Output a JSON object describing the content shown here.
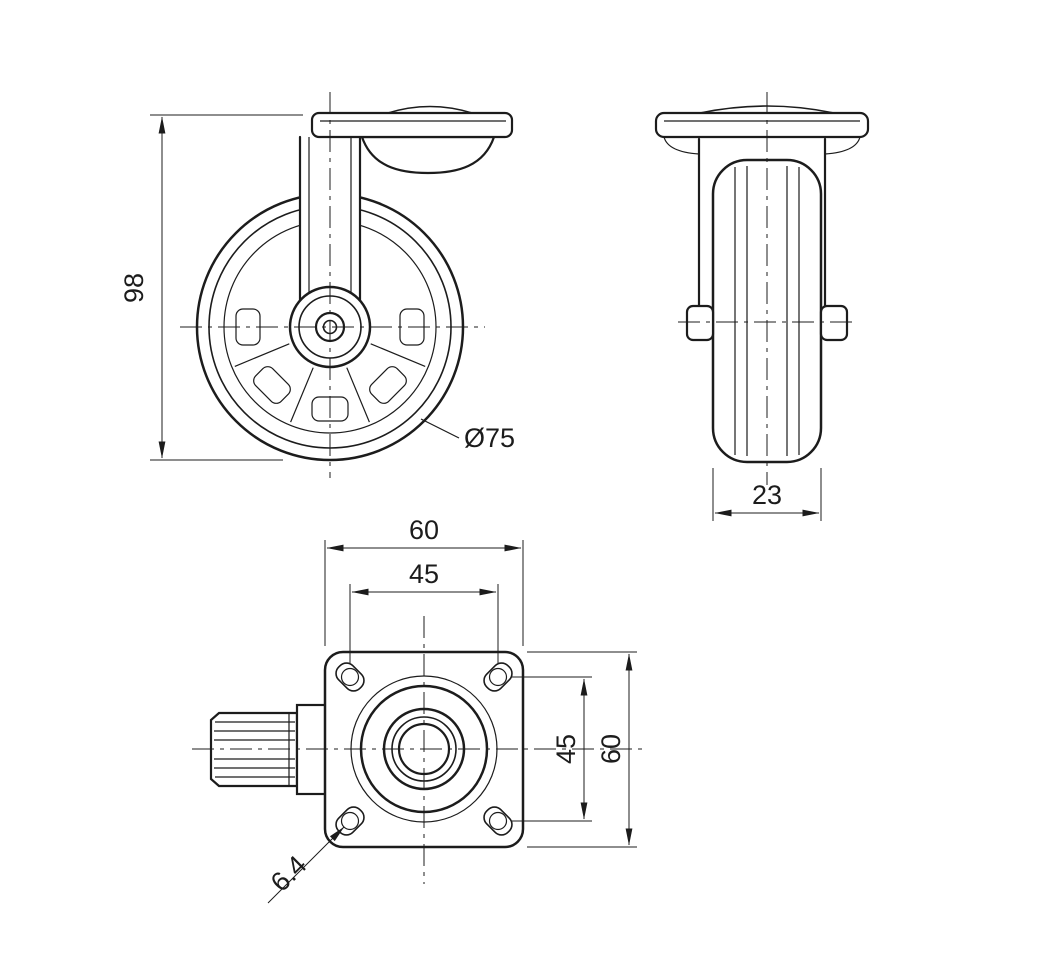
{
  "page": {
    "background": "#ffffff",
    "line_color": "#1c1c1c"
  },
  "front_view": {
    "dims": {
      "overall_height": "98",
      "wheel_diameter": "Ø75"
    }
  },
  "side_view": {
    "dims": {
      "wheel_width": "23"
    }
  },
  "plate_view": {
    "dims": {
      "plate_width": "60",
      "bolt_spacing_horizontal": "45",
      "bolt_spacing_vertical": "45",
      "plate_depth": "60",
      "bolt_hole_diameter": "6.4"
    }
  }
}
